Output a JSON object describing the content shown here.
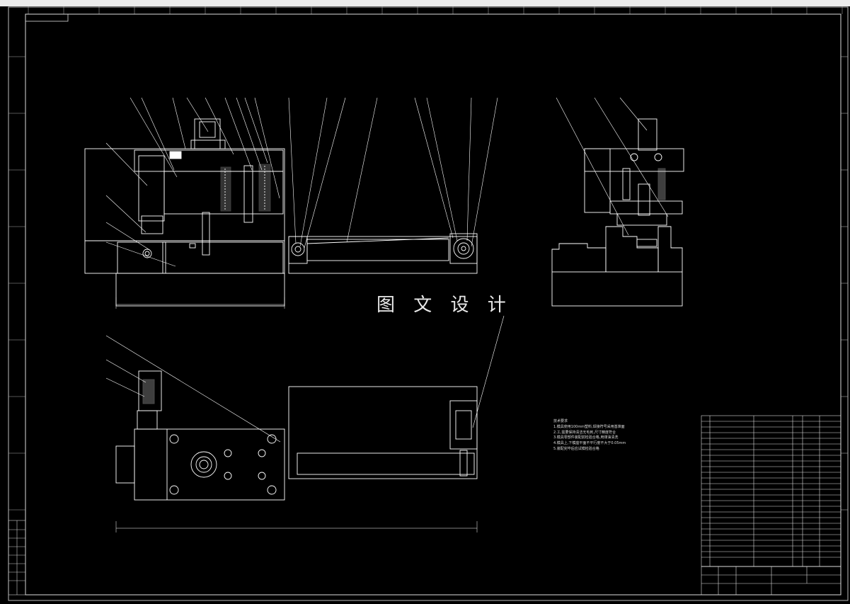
{
  "watermark": "图 文 设 计",
  "technical_requirements": {
    "title": "技术要求",
    "items": [
      "1.模具使用100mm塑料,焊接符号采用基准面",
      "2.工,需要保持清洁无毛刺,尺寸精度符合",
      "3.模具零部件装配前检验合格,用煤油清洗",
      "4.模具上,下模座平面不平行度不大于0.05mm",
      "5.装配完毕后应试模检验合格"
    ]
  },
  "colors": {
    "background": "#000000",
    "line": "#ffffff",
    "frame": "#c8c8c8",
    "top_bar": "#f0f0f0"
  }
}
